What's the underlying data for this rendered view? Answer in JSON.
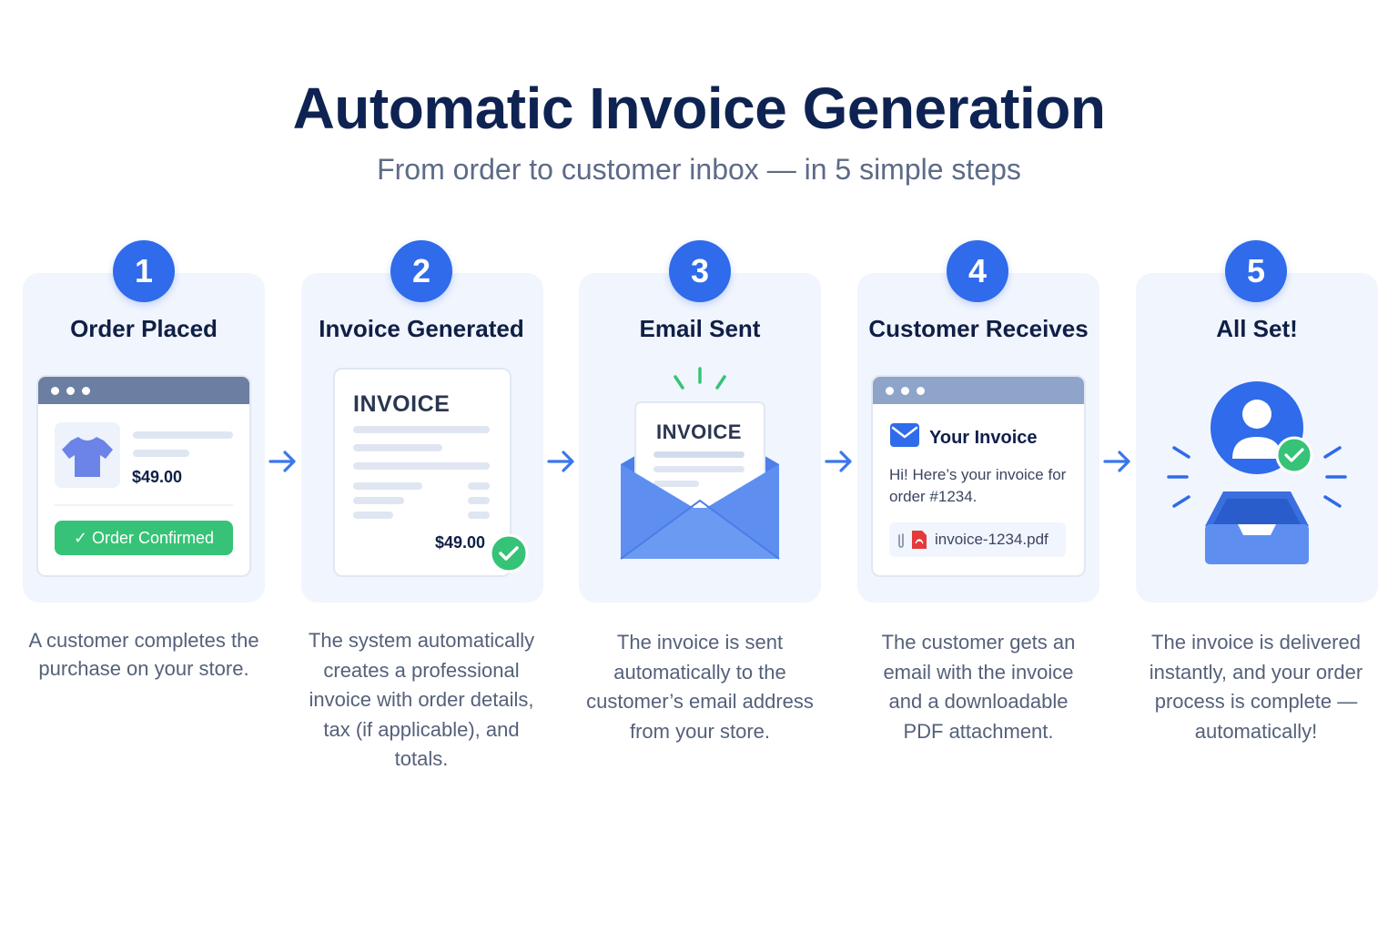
{
  "header": {
    "title": "Automatic Invoice Generation",
    "subtitle": "From order to customer inbox — in 5 simple steps"
  },
  "steps": [
    {
      "number": "1",
      "title": "Order Placed",
      "description": "A customer completes the purchase on your store.",
      "price": "$49.00",
      "button_label": "✓ Order Confirmed"
    },
    {
      "number": "2",
      "title": "Invoice Generated",
      "description": "The system automatically creates a professional invoice with order details, tax (if applicable), and totals.",
      "invoice_label": "INVOICE",
      "price": "$49.00"
    },
    {
      "number": "3",
      "title": "Email Sent",
      "description": "The invoice is sent automatically to the customer’s email address from your store.",
      "invoice_label": "INVOICE"
    },
    {
      "number": "4",
      "title": "Customer Receives",
      "description": "The customer gets an email with the invoice and a downloadable PDF attachment.",
      "email_title": "Your Invoice",
      "email_body": "Hi! Here’s your invoice for order #1234.",
      "attachment_name": "invoice-1234.pdf"
    },
    {
      "number": "5",
      "title": "All Set!",
      "description": "The invoice is delivered instantly, and your order process is complete — automatically!"
    }
  ],
  "colors": {
    "primary": "#2f6bea",
    "success": "#36c377",
    "card_bg": "#f1f5fd",
    "title": "#0e2352"
  }
}
